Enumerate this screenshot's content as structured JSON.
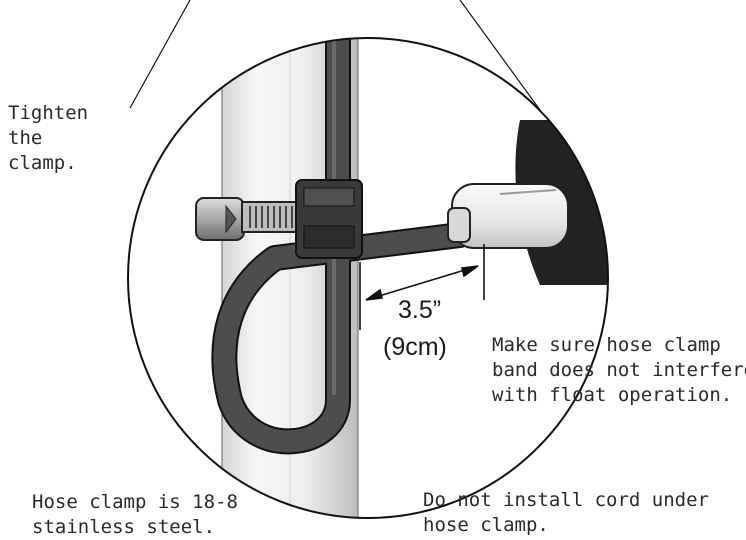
{
  "callouts": {
    "tighten": [
      "Tighten",
      "the",
      "clamp."
    ],
    "float_band": [
      "Make sure hose clamp",
      "band does not interfere",
      "with float operation."
    ],
    "material": [
      "Hose clamp is 18-8",
      "stainless steel."
    ],
    "cord": [
      "Do not install cord under",
      "hose clamp."
    ]
  },
  "dimension": {
    "imperial": "3.5”",
    "metric": "(9cm)"
  },
  "colors": {
    "outline": "#111111",
    "cord": "#4a4a4a",
    "cord_highlight": "#6a6a6a",
    "pipe_light": "#f2f2f2",
    "pipe_shade": "#c8c8c8",
    "clamp": "#3c3c3c",
    "float": "#e8e8e8",
    "tank": "#222222"
  }
}
